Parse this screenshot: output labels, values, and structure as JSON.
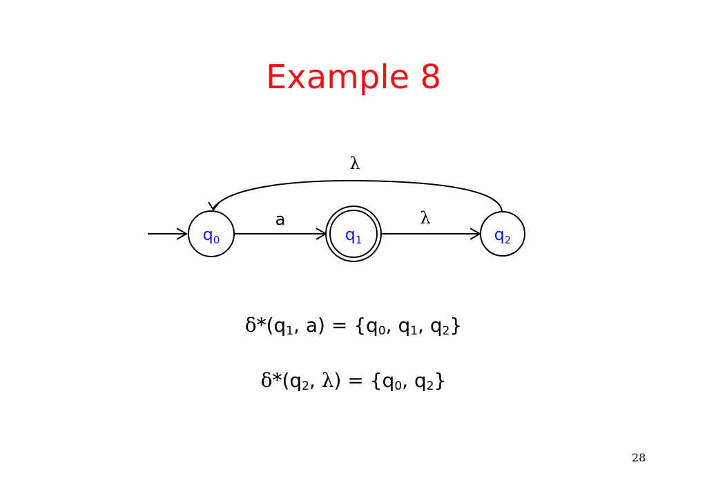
{
  "slide": {
    "title": "Example 8",
    "page_number": "28"
  },
  "diagram": {
    "states": [
      {
        "id": "q0",
        "label": "q",
        "sub": "0",
        "accepting": false,
        "initial": true
      },
      {
        "id": "q1",
        "label": "q",
        "sub": "1",
        "accepting": true,
        "initial": false
      },
      {
        "id": "q2",
        "label": "q",
        "sub": "2",
        "accepting": false,
        "initial": false
      }
    ],
    "transitions": [
      {
        "from": "q0",
        "to": "q1",
        "label": "a"
      },
      {
        "from": "q1",
        "to": "q2",
        "label": "λ"
      },
      {
        "from": "q2",
        "to": "q0",
        "label": "λ"
      }
    ],
    "state_label_color": "#1a1adb"
  },
  "equations": {
    "eq1": {
      "delta": "δ",
      "star": "*",
      "open": "(q",
      "arg_sub": "1",
      "arg_rest": ", a) = {q",
      "s0": "0",
      "c1": ", q",
      "s1": "1",
      "c2": ", q",
      "s2": "2",
      "close": "}"
    },
    "eq2": {
      "delta": "δ",
      "star": "*",
      "open": "(q",
      "arg_sub": "2",
      "comma": ", ",
      "lambda": "λ",
      "arg_rest": ") = {q",
      "s0": "0",
      "c1": ", q",
      "s2": "2",
      "close": "}"
    }
  }
}
